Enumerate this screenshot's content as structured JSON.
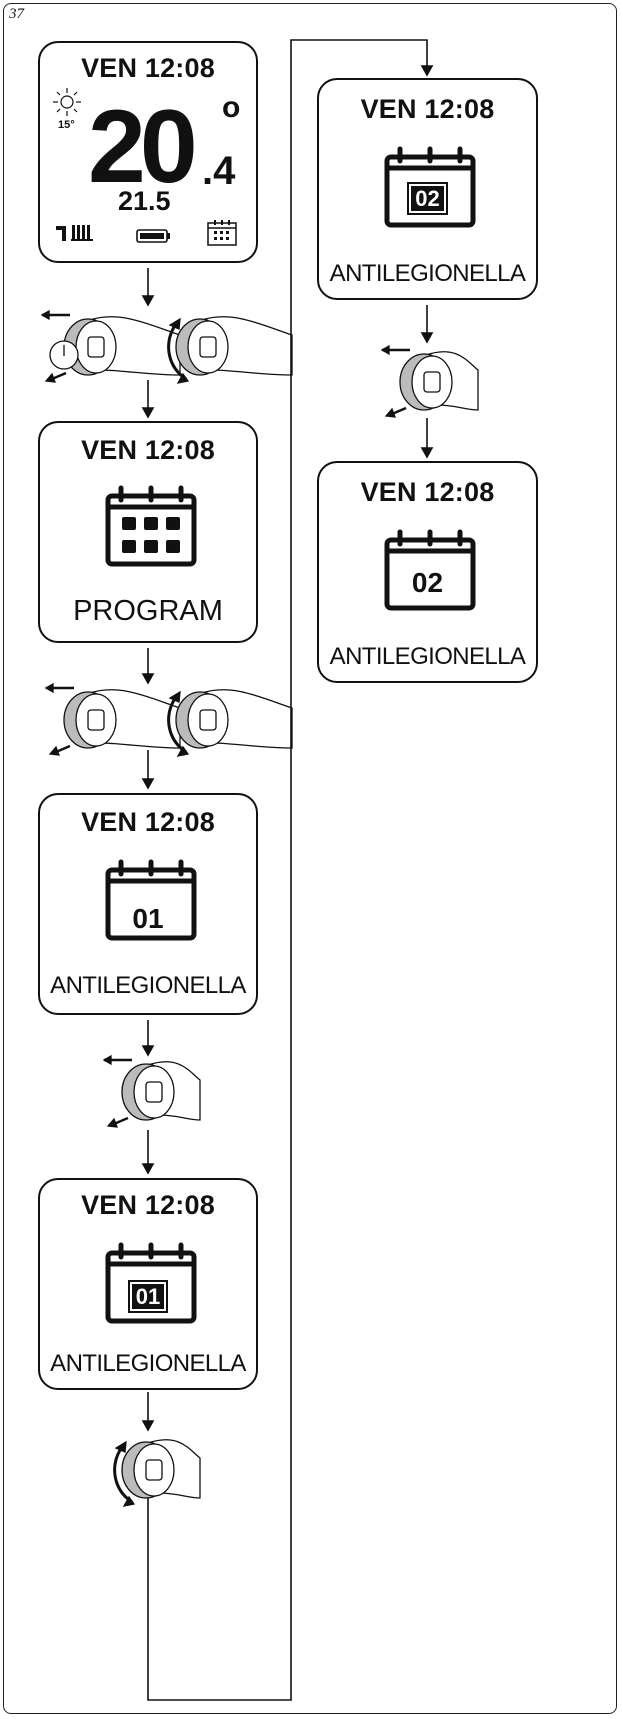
{
  "figure_number": "37",
  "screens": {
    "home": {
      "time": "VEN 12:08",
      "temp_int": "20",
      "temp_dec": ".4",
      "degree": "o",
      "setpoint": "21.5",
      "external_temp": "15°",
      "icons": [
        "sun-icon",
        "radiator-icon",
        "battery-icon",
        "calendar-icon"
      ]
    },
    "program": {
      "time": "VEN 12:08",
      "label": "PROGRAM"
    },
    "antileg_01": {
      "time": "VEN 12:08",
      "number": "01",
      "label": "ANTILEGIONELLA"
    },
    "antileg_01_blink": {
      "time": "VEN 12:08",
      "number": "01",
      "label": "ANTILEGIONELLA"
    },
    "antileg_02_blink": {
      "time": "VEN 12:08",
      "number": "02",
      "label": "ANTILEGIONELLA"
    },
    "antileg_02": {
      "time": "VEN 12:08",
      "number": "02",
      "label": "ANTILEGIONELLA"
    }
  },
  "actions": {
    "step1": [
      "press-knob",
      "rotate-knob"
    ],
    "step2": [
      "press-knob",
      "rotate-knob"
    ],
    "step3": [
      "press-knob"
    ],
    "step4": [
      "rotate-knob"
    ],
    "step5": [
      "press-knob"
    ]
  }
}
